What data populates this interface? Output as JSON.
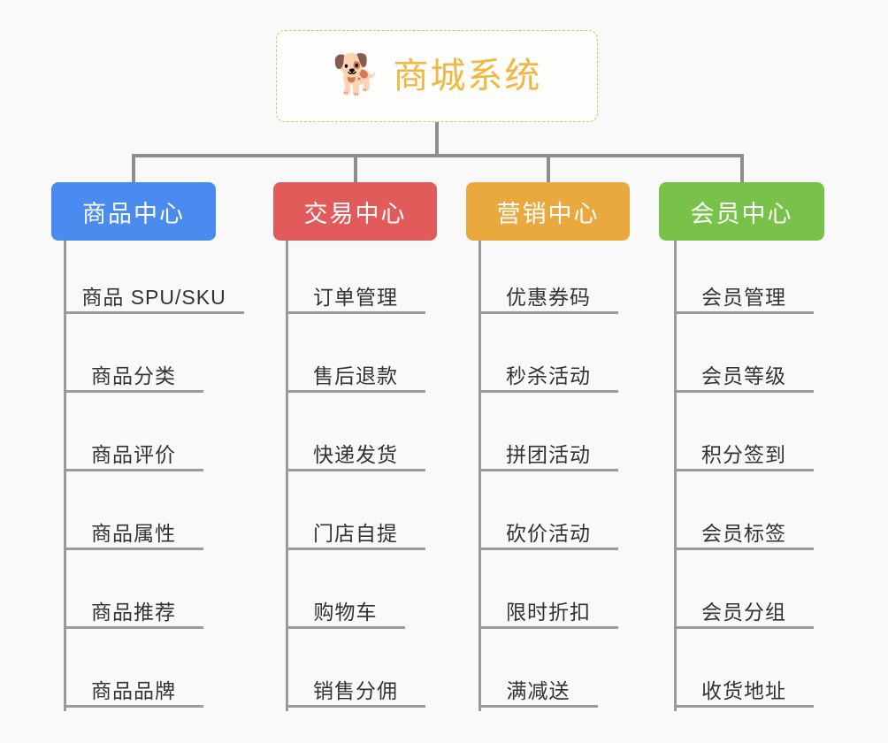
{
  "root": {
    "icon": "shiba-dog-emoji",
    "emoji": "🐕",
    "title": "商城系统",
    "accent_color": "#f2b740",
    "border_color": "#e9bb63"
  },
  "connector_color": "#8d8d8d",
  "background_color": "#f9f9f9",
  "leaf_text_color": "#333333",
  "columns": [
    {
      "title": "商品中心",
      "color": "#4a8bf0",
      "items": [
        "商品 SPU/SKU",
        "商品分类",
        "商品评价",
        "商品属性",
        "商品推荐",
        "商品品牌"
      ]
    },
    {
      "title": "交易中心",
      "color": "#e25b5b",
      "items": [
        "订单管理",
        "售后退款",
        "快递发货",
        "门店自提",
        "购物车",
        "销售分佣"
      ]
    },
    {
      "title": "营销中心",
      "color": "#eaa93e",
      "items": [
        "优惠券码",
        "秒杀活动",
        "拼团活动",
        "砍价活动",
        "限时折扣",
        "满减送"
      ]
    },
    {
      "title": "会员中心",
      "color": "#79c249",
      "items": [
        "会员管理",
        "会员等级",
        "积分签到",
        "会员标签",
        "会员分组",
        "收货地址"
      ]
    }
  ]
}
